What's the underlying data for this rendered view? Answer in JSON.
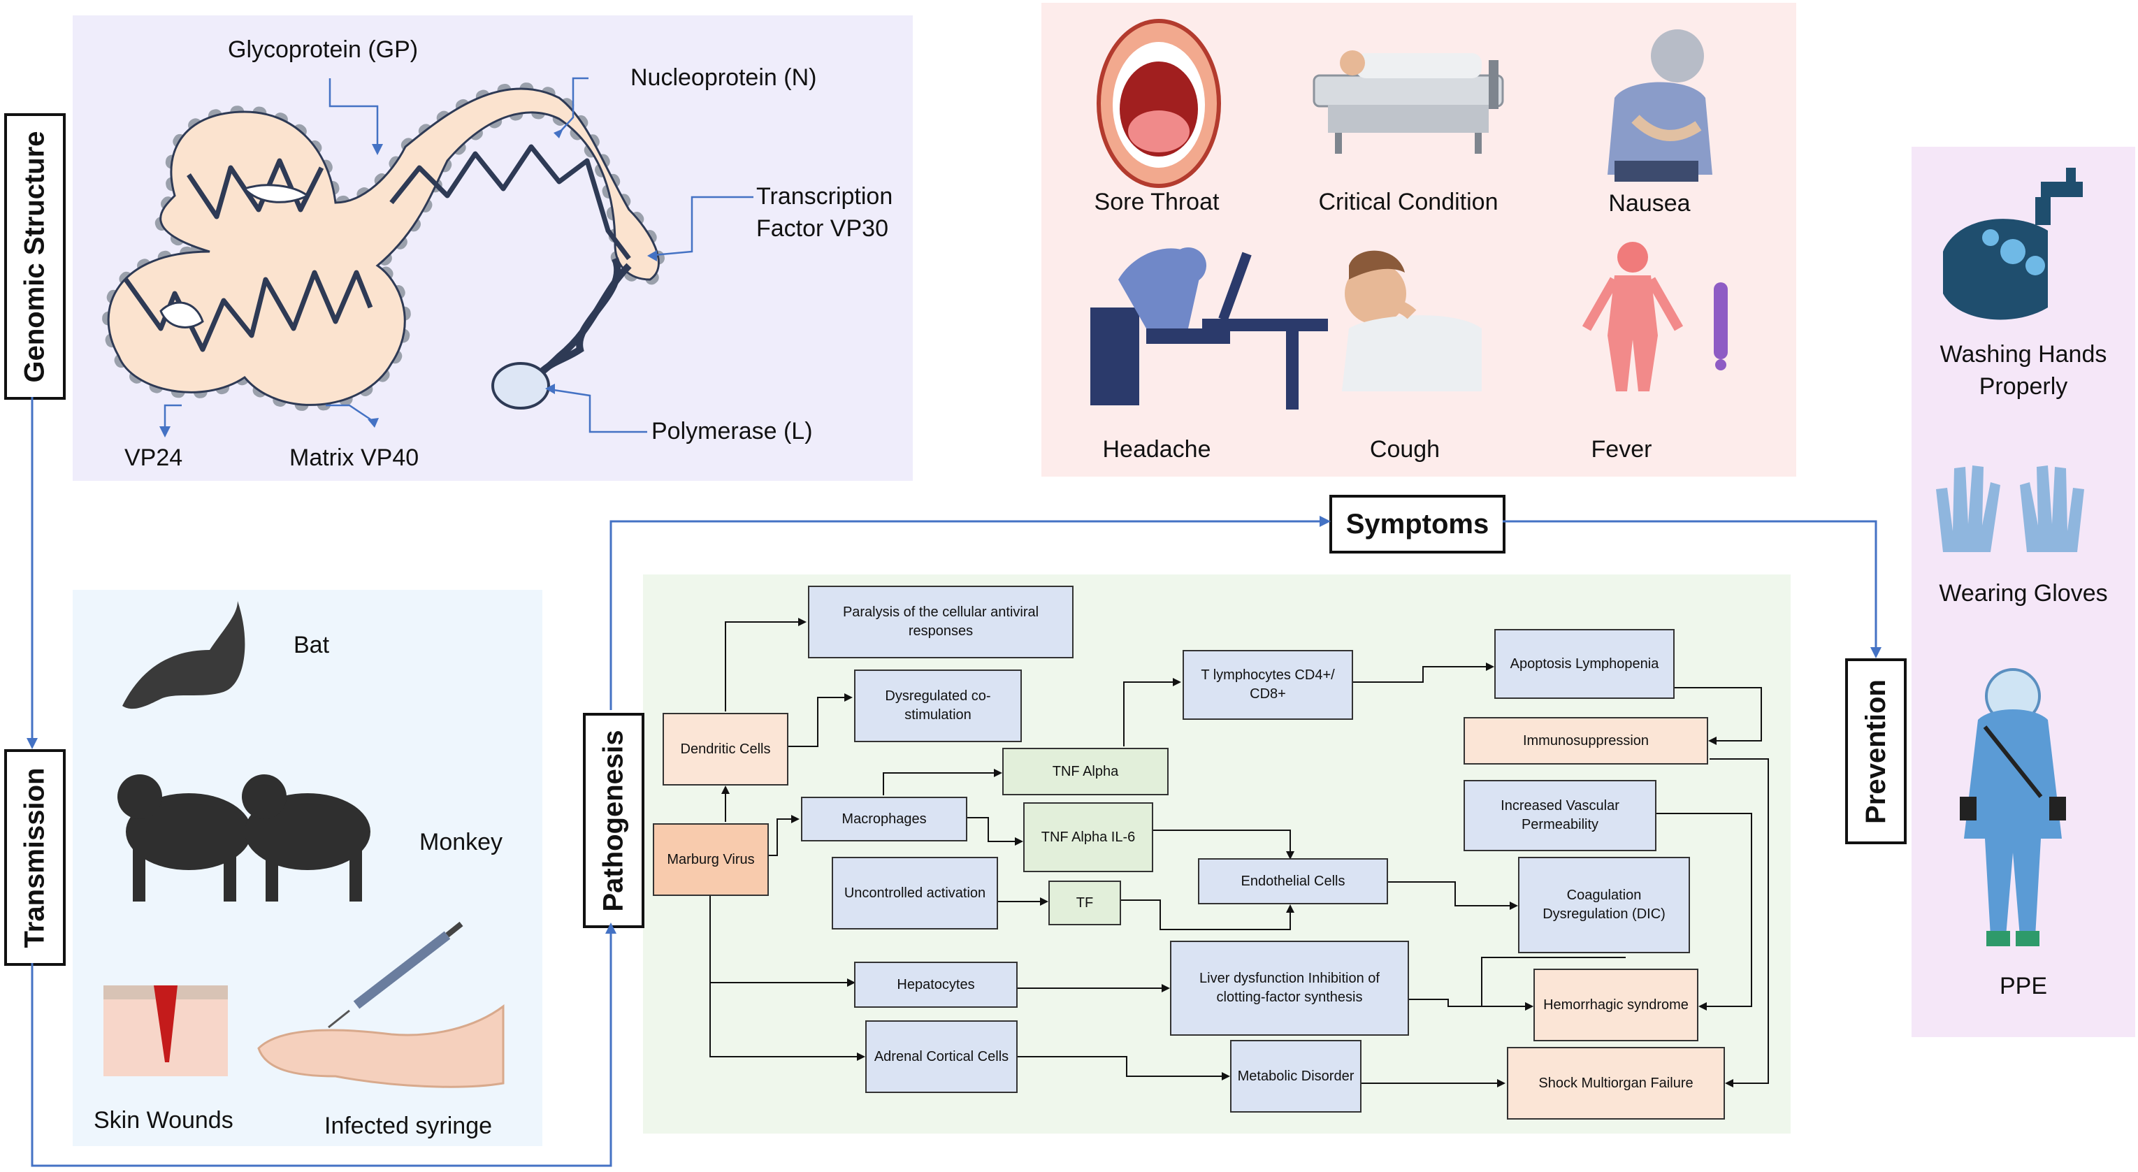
{
  "sections": {
    "genomic_structure": "Genomic Structure",
    "transmission": "Transmission",
    "pathogenesis": "Pathogenesis",
    "symptoms": "Symptoms",
    "prevention": "Prevention"
  },
  "genome_labels": {
    "glycoprotein": "Glycoprotein (GP)",
    "nucleoprotein": "Nucleoprotein (N)",
    "vp30_line1": "Transcription",
    "vp30_line2": "Factor VP30",
    "polymerase": "Polymerase (L)",
    "vp24": "VP24",
    "vp40": "Matrix VP40"
  },
  "symptoms": {
    "sore_throat": "Sore Throat",
    "critical": "Critical Condition",
    "nausea": "Nausea",
    "headache": "Headache",
    "cough": "Cough",
    "fever": "Fever"
  },
  "prevention": {
    "washing_line1": "Washing Hands",
    "washing_line2": "Properly",
    "gloves": "Wearing Gloves",
    "ppe": "PPE"
  },
  "transmission": {
    "bat": "Bat",
    "monkey": "Monkey",
    "wounds": "Skin Wounds",
    "syringe": "Infected syringe"
  },
  "flow": {
    "paralysis": "Paralysis of the cellular antiviral responses",
    "dysreg_costim": "Dysregulated co-stimulation",
    "dendritic": "Dendritic Cells",
    "tnf_alpha": "TNF Alpha",
    "t_lymph": "T lymphocytes CD4+/ CD8+",
    "apoptosis": "Apoptosis Lymphopenia",
    "immunosuppression": "Immunosuppression",
    "marburg": "Marburg Virus",
    "macrophages": "Macrophages",
    "tnf_il6": "TNF Alpha IL-6",
    "uncontrolled": "Uncontrolled activation",
    "tf": "TF",
    "endothelial": "Endothelial Cells",
    "vascular": "Increased Vascular Permeability",
    "coagulation": "Coagulation Dysregulation (DIC)",
    "hepatocytes": "Hepatocytes",
    "liver": "Liver dysfunction Inhibition of clotting-factor synthesis",
    "hemorrhagic": "Hemorrhagic syndrome",
    "adrenal": "Adrenal Cortical Cells",
    "metabolic": "Metabolic Disorder",
    "shock": "Shock Multiorgan Failure"
  },
  "colors": {
    "arrow_blue": "#4472c4",
    "box_blue": "#dae3f3",
    "box_green": "#e2efda",
    "box_peach": "#fbe5d6",
    "box_orange": "#f8cbad",
    "virus_fill": "#fbe3cf",
    "virus_stroke": "#2e3a55"
  }
}
